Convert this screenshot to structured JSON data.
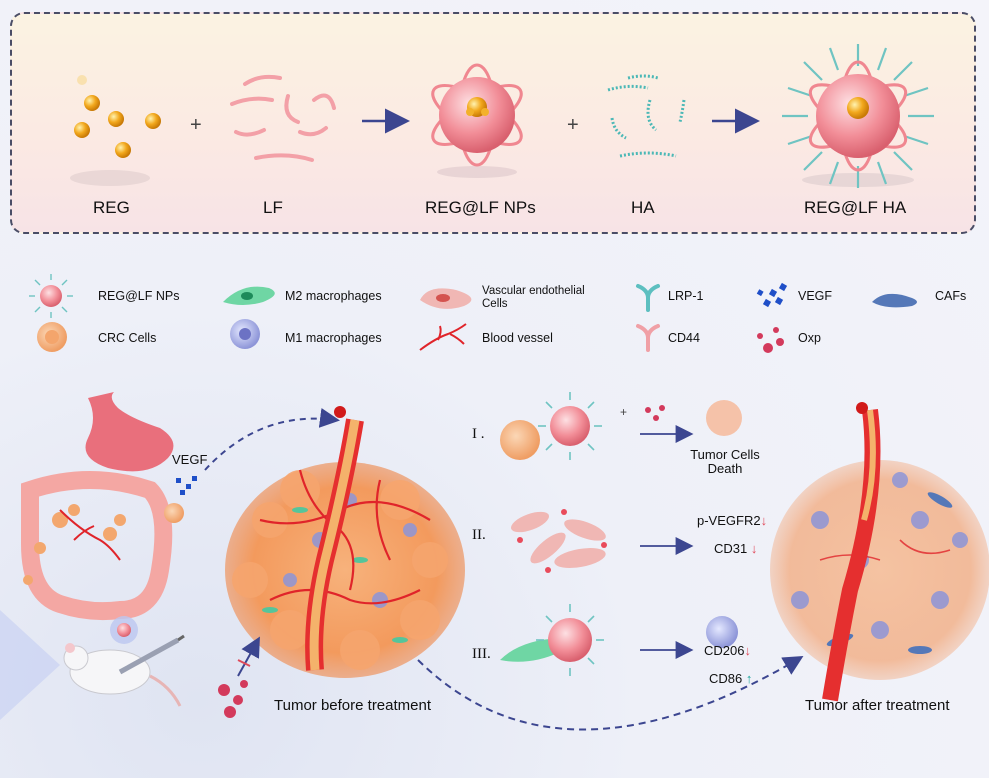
{
  "synthesis": {
    "reg": "REG",
    "lf": "LF",
    "np": "REG@LF NPs",
    "ha": "HA",
    "final": "REG@LF HA"
  },
  "legend": {
    "items": [
      {
        "label": "REG@LF NPs"
      },
      {
        "label": "M2 macrophages"
      },
      {
        "label": "Vascular endothelial Cells"
      },
      {
        "label": "LRP-1"
      },
      {
        "label": "VEGF"
      },
      {
        "label": "CAFs"
      },
      {
        "label": "CRC Cells"
      },
      {
        "label": "M1 macrophages"
      },
      {
        "label": "Blood vessel"
      },
      {
        "label": "CD44"
      },
      {
        "label": "Oxp"
      }
    ]
  },
  "mechanism": {
    "vegf": "VEGF",
    "step1": "I .",
    "step2": "II.",
    "step3": "III.",
    "death": "Tumor Cells Death",
    "pvegfr2": "p-VEGFR2",
    "cd31": "CD31",
    "cd206": "CD206",
    "cd86": "CD86",
    "before": "Tumor before treatment",
    "after": "Tumor after treatment"
  },
  "colors": {
    "panel_border": "#4a4d66",
    "arrow": "#3c4690",
    "up": "#1aa39a",
    "down": "#e04a5a"
  }
}
